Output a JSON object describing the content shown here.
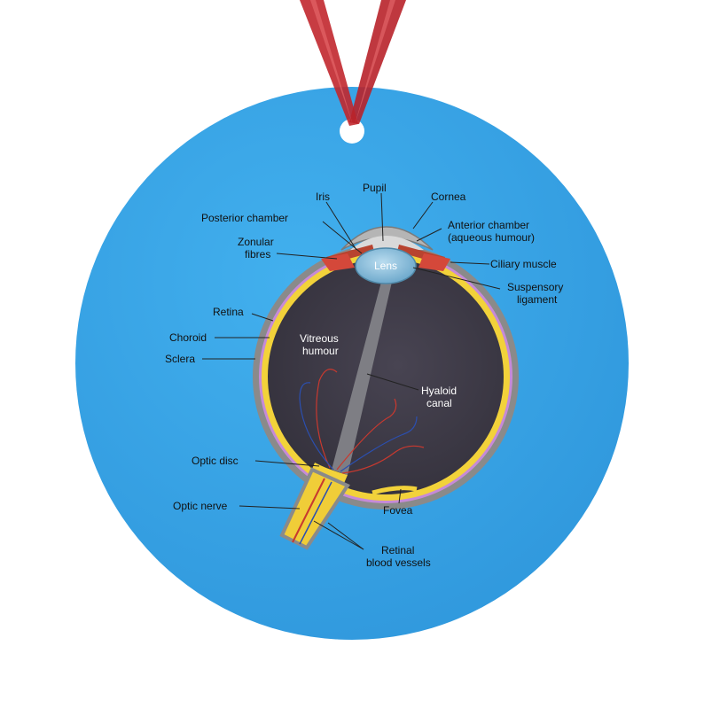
{
  "labels": {
    "iris": "Iris",
    "pupil": "Pupil",
    "cornea": "Cornea",
    "posterior_chamber": "Posterior chamber",
    "anterior_chamber_1": "Anterior chamber",
    "anterior_chamber_2": "(aqueous humour)",
    "zonular_1": "Zonular",
    "zonular_2": "fibres",
    "lens": "Lens",
    "ciliary_muscle": "Ciliary muscle",
    "suspensory_1": "Suspensory",
    "suspensory_2": "ligament",
    "retina": "Retina",
    "choroid": "Choroid",
    "sclera": "Sclera",
    "vitreous_1": "Vitreous",
    "vitreous_2": "humour",
    "hyaloid_1": "Hyaloid",
    "hyaloid_2": "canal",
    "optic_disc": "Optic disc",
    "optic_nerve": "Optic nerve",
    "fovea": "Fovea",
    "retinal_1": "Retinal",
    "retinal_2": "blood vessels"
  },
  "colors": {
    "disc_blue": "#3aa6e8",
    "ribbon_red": "#c1272d",
    "vitreous": "#3e3a47",
    "sclera": "#8a8a8a",
    "retina_yellow": "#f2d23a",
    "choroid_purple": "#c68ad8",
    "lens_blue": "#8fc3df",
    "ciliary_red": "#d4483a"
  },
  "icons": [
    "ornament-hole",
    "ribbon"
  ]
}
